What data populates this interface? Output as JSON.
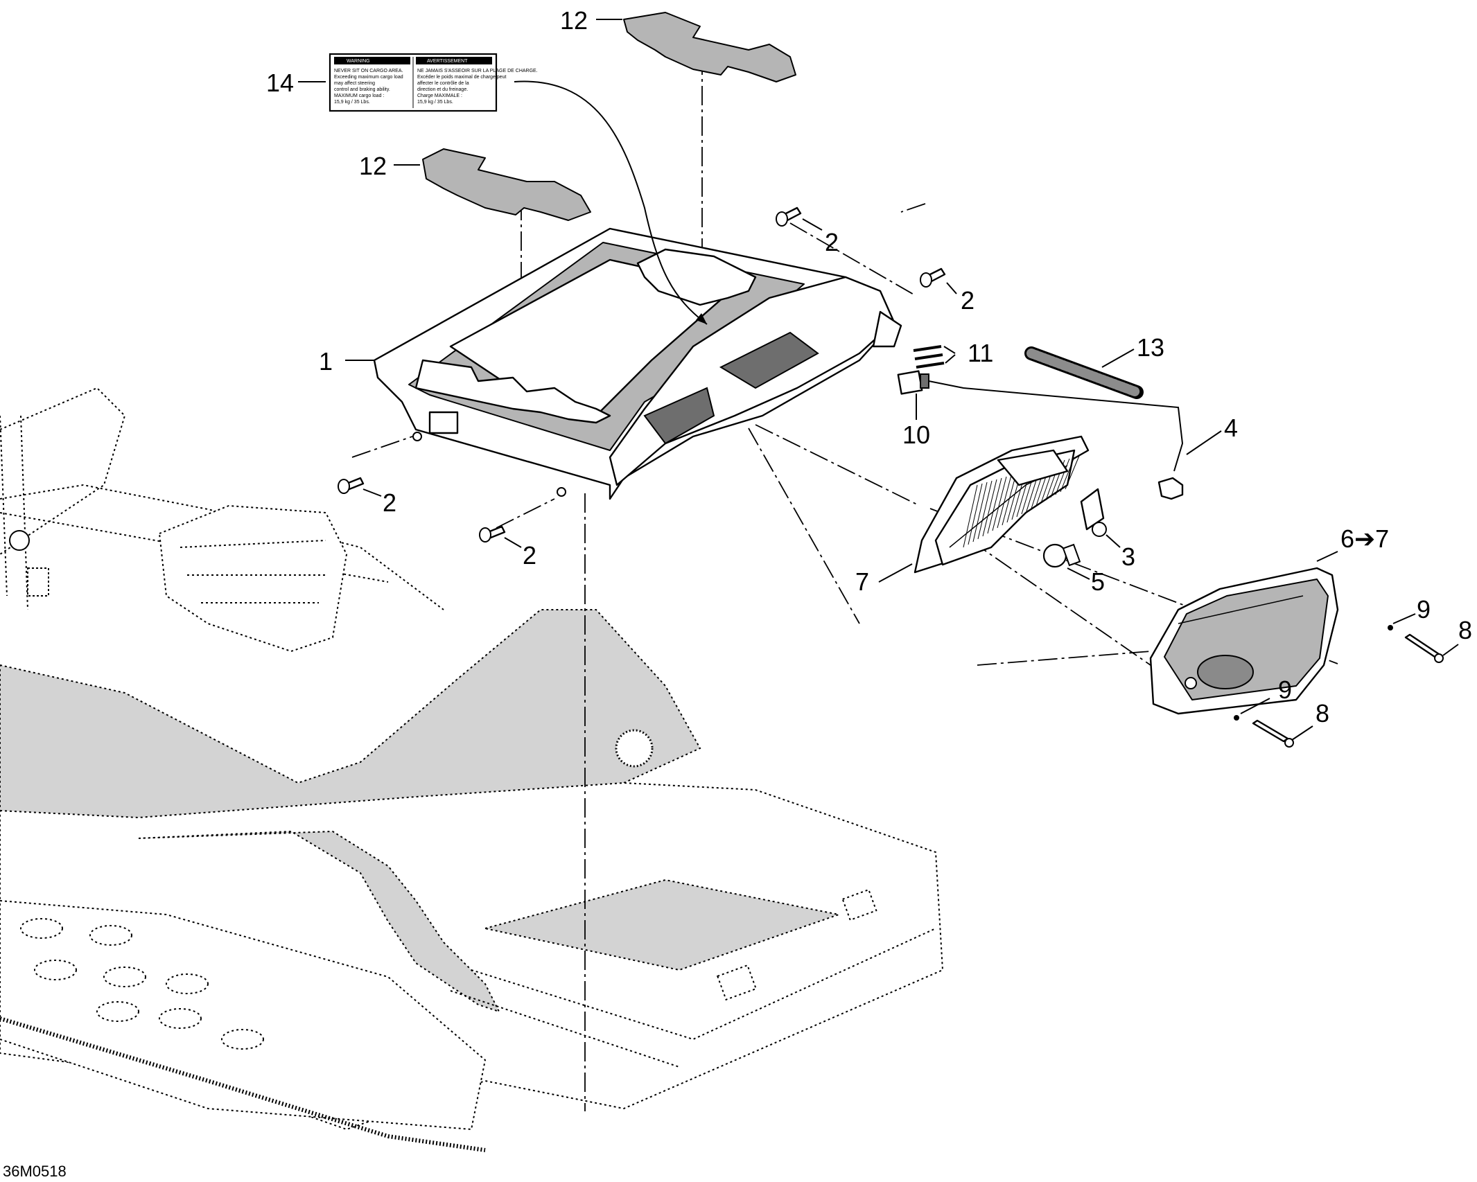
{
  "figure_id": "36M0518",
  "warning_label": {
    "heading_left": "WARNING",
    "heading_right": "AVERTISSEMENT",
    "lines_left": [
      "NEVER SIT ON CARGO AREA.",
      "Exceeding maximum cargo load",
      "may affect steering",
      "control and braking ability.",
      "MAXIMUM cargo load :",
      "15,9 kg / 35 Lbs."
    ],
    "lines_right": [
      "NE JAMAIS S'ASSEOIR SUR LA PLAGE DE CHARGE.",
      "Excéder le poids maximal de charge peut",
      "affecter le contrôle de la",
      "direction et du freinage.",
      "Charge MAXIMALE :",
      "15,9 kg / 35 Lbs."
    ]
  },
  "callouts": {
    "c1": "1",
    "c2a": "2",
    "c2b": "2",
    "c2c": "2",
    "c2d": "2",
    "c3": "3",
    "c4": "4",
    "c5": "5",
    "c6": "6➔7",
    "c7": "7",
    "c8a": "8",
    "c8b": "8",
    "c9a": "9",
    "c9b": "9",
    "c10": "10",
    "c11": "11",
    "c12a": "12",
    "c12b": "12",
    "c13": "13",
    "c14": "14"
  }
}
